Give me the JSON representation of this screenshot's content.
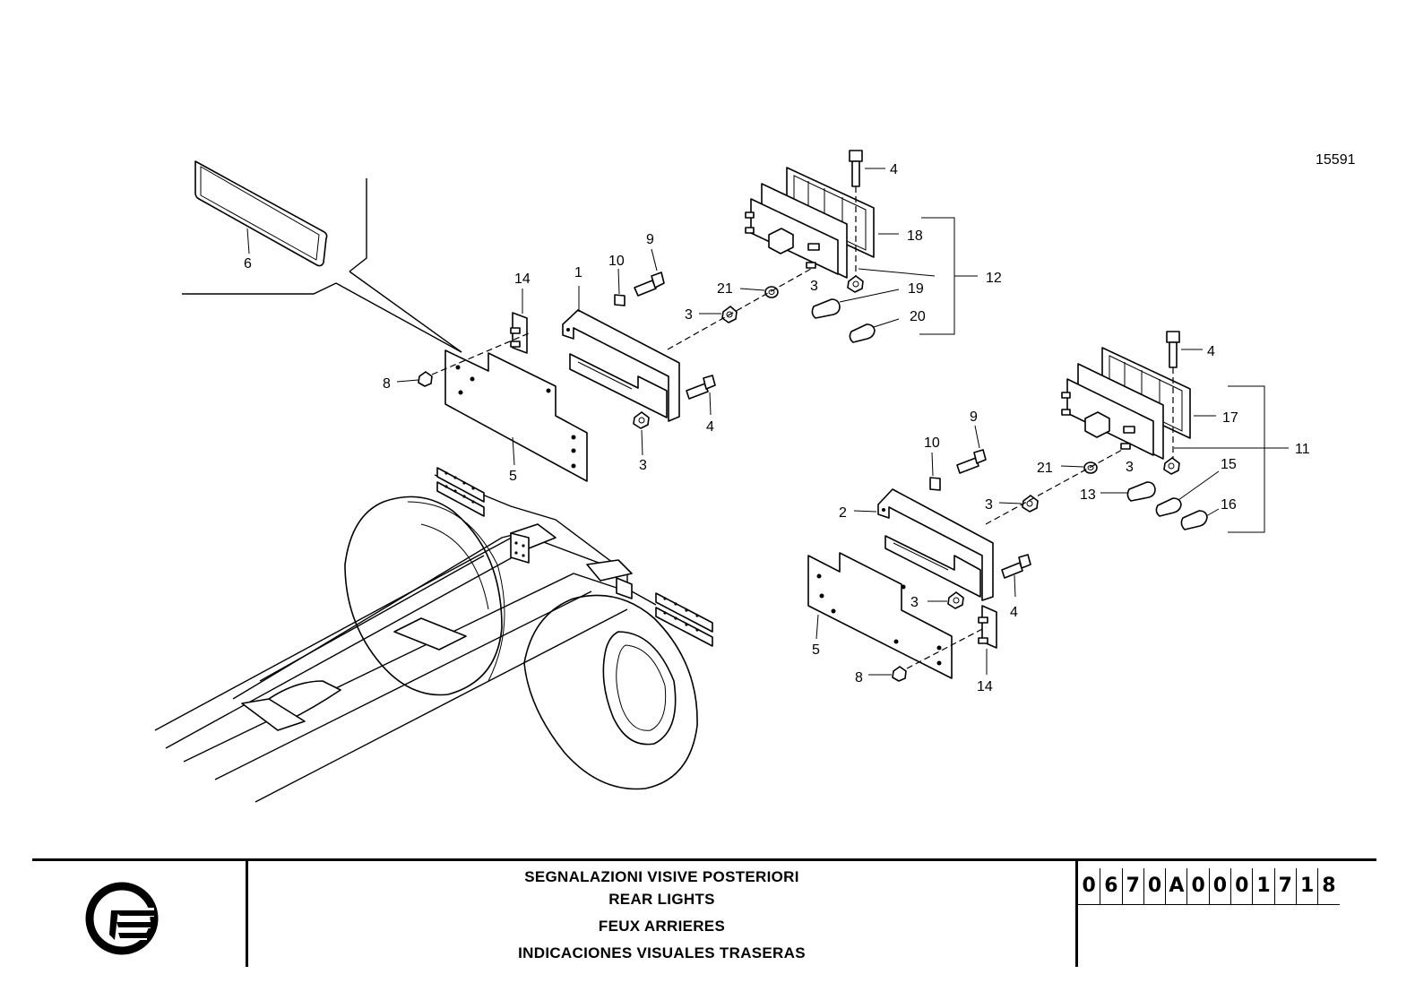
{
  "drawing_number": "15591",
  "callouts": {
    "c1": "1",
    "c2": "2",
    "c3a": "3",
    "c3b": "3",
    "c3c": "3",
    "c3d": "3",
    "c3e": "3",
    "c3f": "3",
    "c4a": "4",
    "c4b": "4",
    "c4c": "4",
    "c4d": "4",
    "c5a": "5",
    "c5b": "5",
    "c6": "6",
    "c8a": "8",
    "c8b": "8",
    "c9a": "9",
    "c9b": "9",
    "c10a": "10",
    "c10b": "10",
    "c11": "11",
    "c12": "12",
    "c13": "13",
    "c14a": "14",
    "c14b": "14",
    "c15": "15",
    "c16": "16",
    "c17": "17",
    "c18": "18",
    "c19": "19",
    "c20": "20",
    "c21a": "21",
    "c21b": "21"
  },
  "title_block": {
    "lines": [
      "SEGNALAZIONI  VISIVE  POSTERIORI",
      "REAR  LIGHTS",
      "FEUX  ARRIERES",
      "INDICACIONES VISUALES TRASERAS"
    ],
    "code_chars": [
      "0",
      "6",
      "7",
      "0",
      "A",
      "0",
      "0",
      "0",
      "1",
      "7",
      "1",
      "8"
    ]
  },
  "logo": "company-logo"
}
